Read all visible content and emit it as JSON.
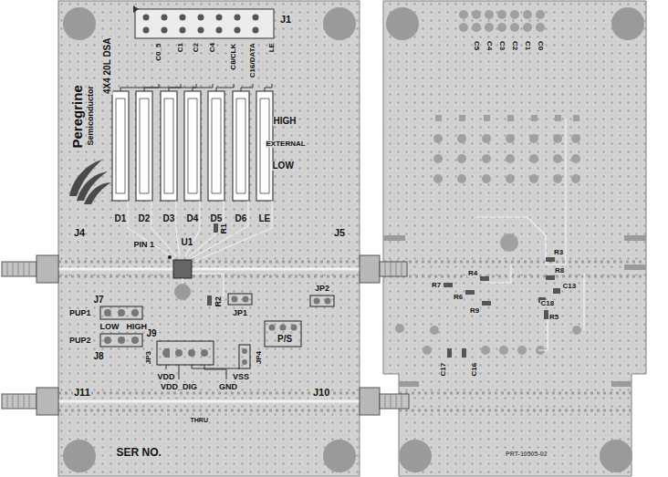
{
  "diagram": {
    "labels": [
      "J1",
      "C0_5",
      "C1",
      "C2",
      "C4",
      "C8/CLK",
      "C16/DATA",
      "LE",
      "4X4 20L DSA",
      "Peregrine",
      "Semiconductor",
      "HIGH",
      "EXTERNAL",
      "LOW",
      "D1",
      "D2",
      "D3",
      "D4",
      "D5",
      "D6",
      "LE",
      "R1",
      "J4",
      "J5",
      "PIN 1",
      "U1",
      "R2",
      "JP1",
      "JP2",
      "J7",
      "PUP1",
      "LOW",
      "HIGH",
      "PUP2",
      "J8",
      "J9",
      "JP3",
      "JP4",
      "P/S",
      "VDD",
      "VDD_DIG",
      "VSS",
      "GND",
      "J11",
      "J10",
      "THRU",
      "SER NO.",
      "C5",
      "C4",
      "C3",
      "C2",
      "C1",
      "C0",
      "R3",
      "R4",
      "R8",
      "R7",
      "R6",
      "C13",
      "R9",
      "C18",
      "R5",
      "C17",
      "C16",
      "PRT-10505-02"
    ]
  }
}
